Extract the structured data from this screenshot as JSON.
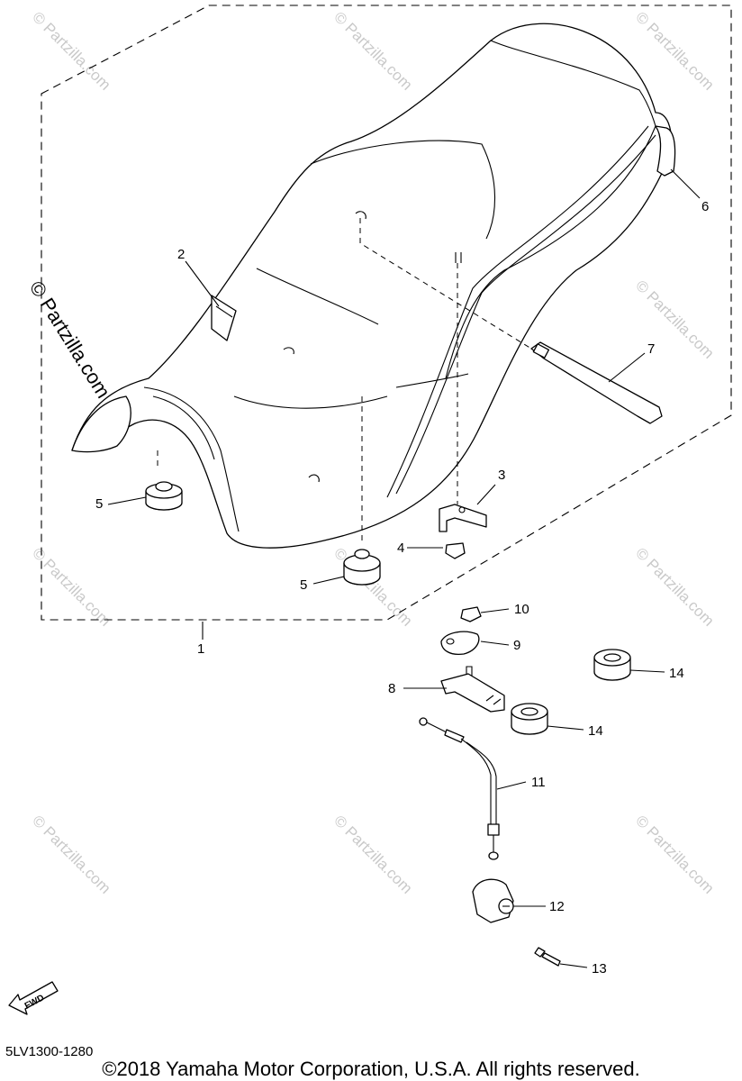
{
  "diagram": {
    "callouts": [
      "1",
      "2",
      "3",
      "4",
      "5",
      "5",
      "6",
      "7",
      "8",
      "9",
      "10",
      "11",
      "12",
      "13",
      "14",
      "14"
    ],
    "watermark": "© Partzilla.com",
    "fwd_label": "FWD",
    "diagram_code": "5LV1300-1280",
    "copyright": "©2018  Yamaha Motor Corporation, U.S.A. All rights reserved."
  }
}
